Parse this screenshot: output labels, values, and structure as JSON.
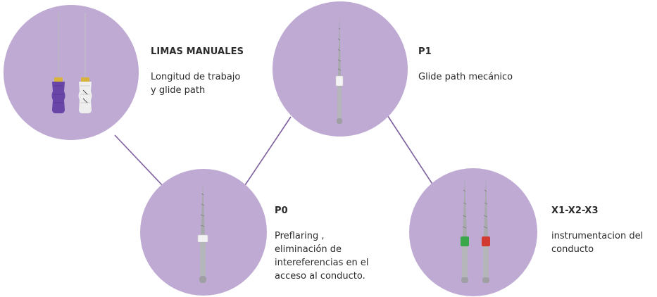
{
  "colors": {
    "circle_fill": "#bfaad3",
    "connector": "#7d5e9e",
    "text": "#2b2b2b",
    "purple_handle": "#6a45a8",
    "white_handle": "#eeeeee",
    "yellow_collar": "#d9b43a",
    "green_ring": "#3aa84a",
    "red_ring": "#d23a32",
    "steel": "#a9aaae"
  },
  "steps": {
    "limas": {
      "title": "LIMAS MANUALES",
      "description": "Longitud de trabajo\ny glide path",
      "icon": "manual-files-icon"
    },
    "p1": {
      "title": "P1",
      "description": "Glide path mecánico",
      "icon": "p1-rotary-file-icon"
    },
    "p0": {
      "title": "P0",
      "description": "Preflaring ,\neliminación de\nintereferencias en el\nacceso al conducto.",
      "icon": "p0-rotary-file-icon"
    },
    "x": {
      "title": "X1-X2-X3",
      "description": "instrumentacion del\nconducto",
      "icon": "x-files-icon"
    }
  }
}
